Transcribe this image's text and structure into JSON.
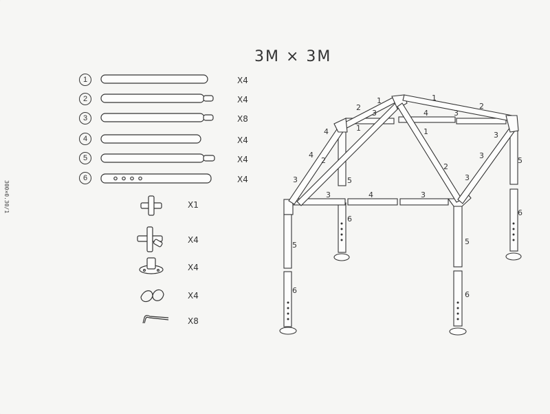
{
  "title": "3M  ×  3M",
  "side_note": "300×0.30/1",
  "parts": [
    {
      "num": "1",
      "qty": "X4"
    },
    {
      "num": "2",
      "qty": "X4"
    },
    {
      "num": "3",
      "qty": "X8"
    },
    {
      "num": "4",
      "qty": "X4"
    },
    {
      "num": "5",
      "qty": "X4"
    },
    {
      "num": "6",
      "qty": "X4"
    }
  ],
  "connectors": [
    {
      "icon": "four-way-connector-icon",
      "qty": "X1"
    },
    {
      "icon": "corner-connector-icon",
      "qty": "X4"
    },
    {
      "icon": "foot-plate-icon",
      "qty": "X4"
    },
    {
      "icon": "rope-loop-icon",
      "qty": "X4"
    },
    {
      "icon": "ground-stake-icon",
      "qty": "X8"
    }
  ],
  "frame_labels": [
    "1",
    "1",
    "2",
    "2",
    "3",
    "3",
    "4",
    "4",
    "1",
    "1",
    "2",
    "2",
    "3",
    "3",
    "3",
    "3",
    "4",
    "4",
    "3",
    "3",
    "5",
    "5",
    "5",
    "5",
    "6",
    "6",
    "6",
    "6"
  ]
}
